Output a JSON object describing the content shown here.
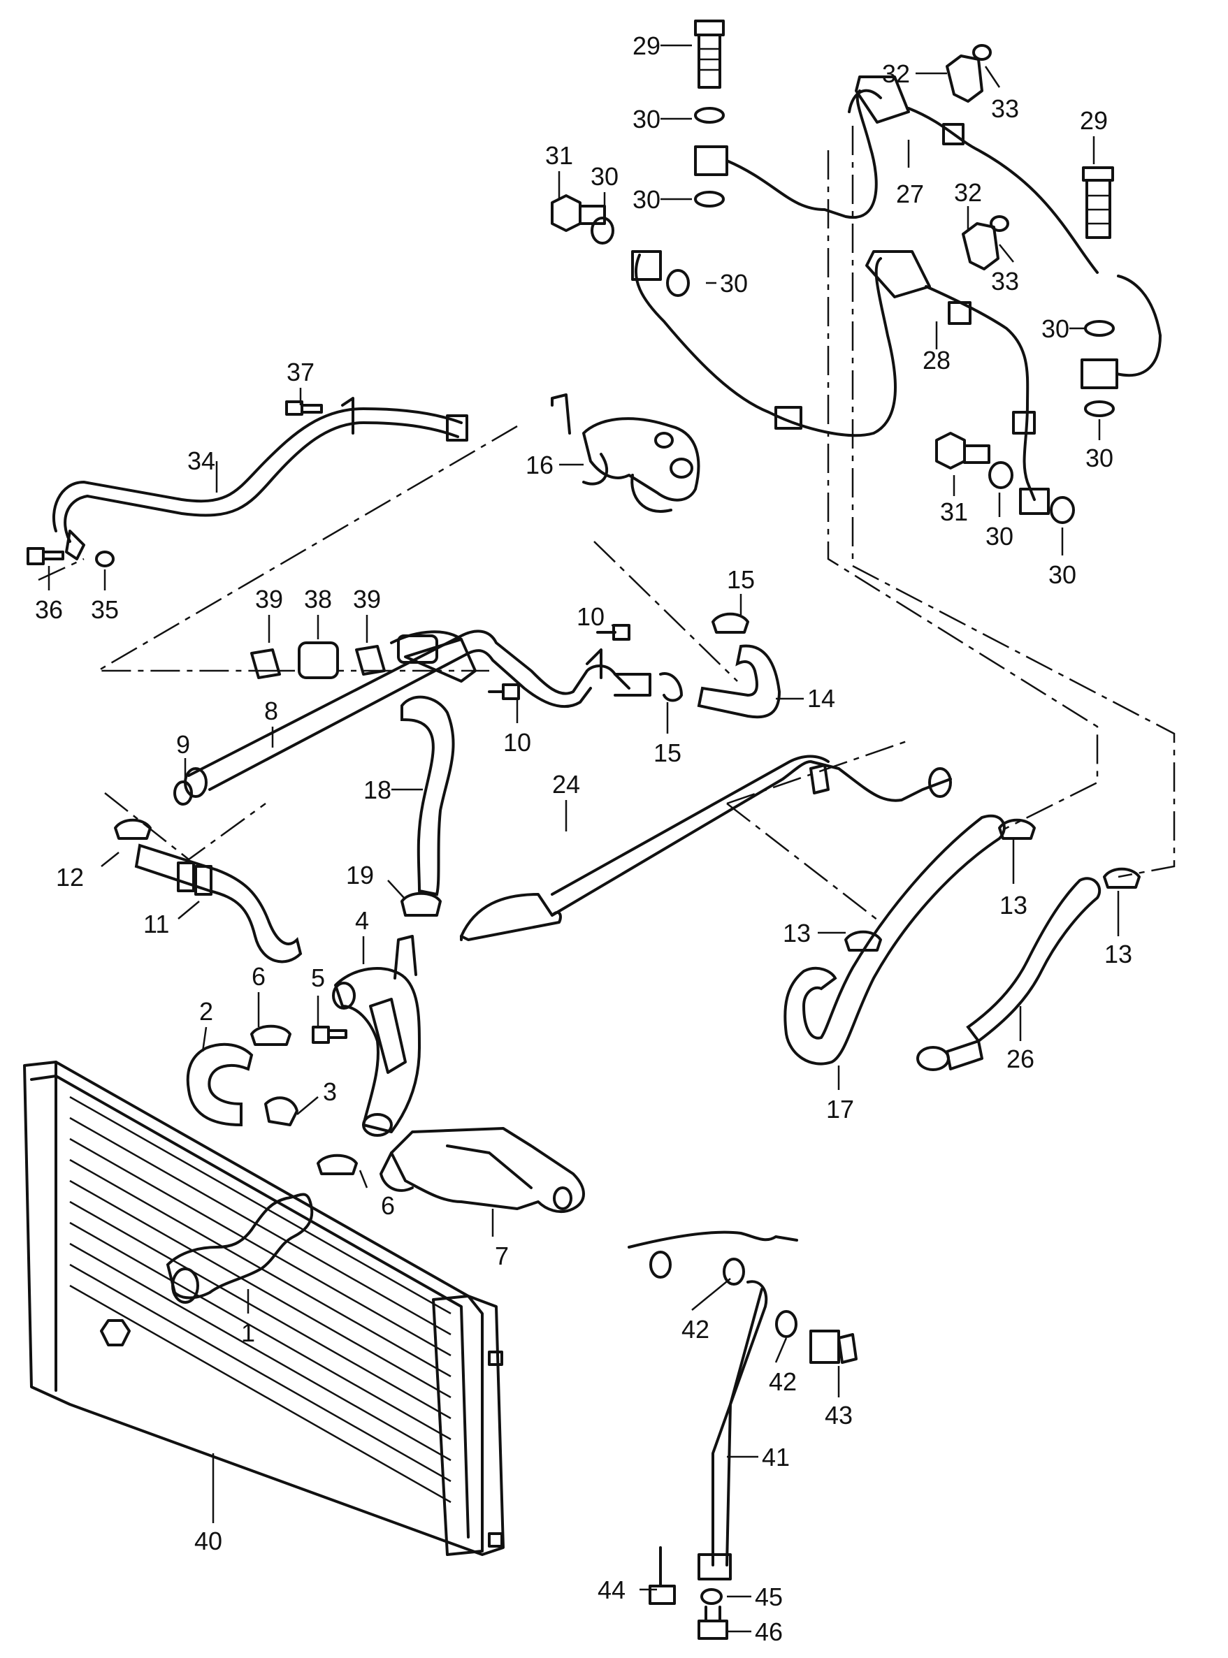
{
  "callouts": [
    {
      "id": "c29a",
      "text": "29"
    },
    {
      "id": "c30a",
      "text": "30"
    },
    {
      "id": "c30b",
      "text": "30"
    },
    {
      "id": "c31a",
      "text": "31"
    },
    {
      "id": "c30c",
      "text": "30"
    },
    {
      "id": "c30d",
      "text": "30"
    },
    {
      "id": "c32a",
      "text": "32"
    },
    {
      "id": "c33a",
      "text": "33"
    },
    {
      "id": "c27",
      "text": "27"
    },
    {
      "id": "c29b",
      "text": "29"
    },
    {
      "id": "c32b",
      "text": "32"
    },
    {
      "id": "c33b",
      "text": "33"
    },
    {
      "id": "c28",
      "text": "28"
    },
    {
      "id": "c30e",
      "text": "30"
    },
    {
      "id": "c30f",
      "text": "30"
    },
    {
      "id": "c31b",
      "text": "31"
    },
    {
      "id": "c30g",
      "text": "30"
    },
    {
      "id": "c30h",
      "text": "30"
    },
    {
      "id": "c37",
      "text": "37"
    },
    {
      "id": "c34",
      "text": "34"
    },
    {
      "id": "c16",
      "text": "16"
    },
    {
      "id": "c36",
      "text": "36"
    },
    {
      "id": "c35",
      "text": "35"
    },
    {
      "id": "c15a",
      "text": "15"
    },
    {
      "id": "c39a",
      "text": "39"
    },
    {
      "id": "c38",
      "text": "38"
    },
    {
      "id": "c39b",
      "text": "39"
    },
    {
      "id": "c10a",
      "text": "10"
    },
    {
      "id": "c14",
      "text": "14"
    },
    {
      "id": "c10b",
      "text": "10"
    },
    {
      "id": "c15b",
      "text": "15"
    },
    {
      "id": "c8",
      "text": "8"
    },
    {
      "id": "c9",
      "text": "9"
    },
    {
      "id": "c18",
      "text": "18"
    },
    {
      "id": "c24",
      "text": "24"
    },
    {
      "id": "c12",
      "text": "12"
    },
    {
      "id": "c19",
      "text": "19"
    },
    {
      "id": "c11",
      "text": "11"
    },
    {
      "id": "c4",
      "text": "4"
    },
    {
      "id": "c13a",
      "text": "13"
    },
    {
      "id": "c13b",
      "text": "13"
    },
    {
      "id": "c13c",
      "text": "13"
    },
    {
      "id": "c6a",
      "text": "6"
    },
    {
      "id": "c5",
      "text": "5"
    },
    {
      "id": "c2",
      "text": "2"
    },
    {
      "id": "c3",
      "text": "3"
    },
    {
      "id": "c17",
      "text": "17"
    },
    {
      "id": "c26",
      "text": "26"
    },
    {
      "id": "c6b",
      "text": "6"
    },
    {
      "id": "c7",
      "text": "7"
    },
    {
      "id": "c1",
      "text": "1"
    },
    {
      "id": "c42a",
      "text": "42"
    },
    {
      "id": "c42b",
      "text": "42"
    },
    {
      "id": "c43",
      "text": "43"
    },
    {
      "id": "c41",
      "text": "41"
    },
    {
      "id": "c40",
      "text": "40"
    },
    {
      "id": "c44",
      "text": "44"
    },
    {
      "id": "c45",
      "text": "45"
    },
    {
      "id": "c46",
      "text": "46"
    }
  ]
}
